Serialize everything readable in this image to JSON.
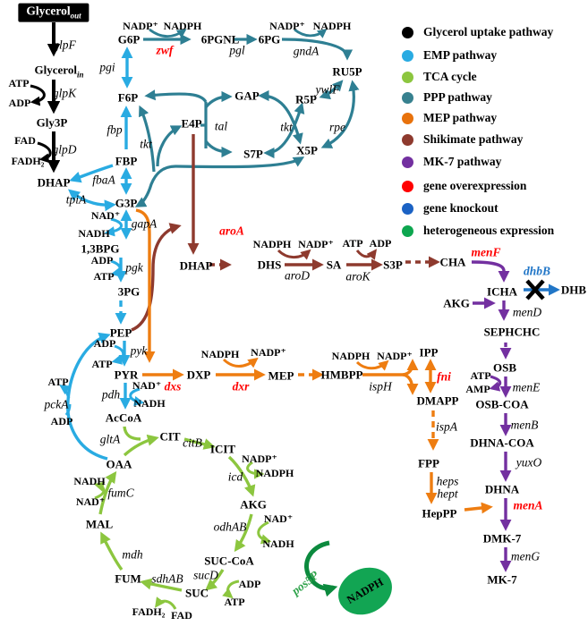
{
  "legend": {
    "items": [
      {
        "label": "Glycerol uptake pathway",
        "color": "#000000"
      },
      {
        "label": "EMP pathway",
        "color": "#29abe2"
      },
      {
        "label": "TCA cycle",
        "color": "#8cc63f"
      },
      {
        "label": "PPP pathway",
        "color": "#37818f"
      },
      {
        "label": "MEP pathway",
        "color": "#e8720c"
      },
      {
        "label": "Shikimate pathway",
        "color": "#8e3a2e"
      },
      {
        "label": "MK-7 pathway",
        "color": "#7330a0"
      },
      {
        "label": "gene overexpression",
        "color": "#ff0000"
      },
      {
        "label": "gene knockout",
        "color": "#1b62c4"
      },
      {
        "label": "heterogeneous expression",
        "color": "#0da64f"
      }
    ]
  },
  "nodes": {
    "glycerol": "Glycerol",
    "glycerol_out_sub": "out",
    "glycerol_in_sub": "in",
    "gly3p": "Gly3P",
    "dhap": "DHAP",
    "g6p": "G6P",
    "f6p": "F6P",
    "fbp": "FBP",
    "g3p": "G3P",
    "pgnl6": "6PGNL",
    "pg6": "6PG",
    "ru5p": "RU5P",
    "r5p": "R5P",
    "x5p": "X5P",
    "gap": "GAP",
    "s7p": "S7P",
    "e4p": "E4P",
    "bpg13": "1,3BPG",
    "pg3": "3PG",
    "pep": "PEP",
    "pyr": "PYR",
    "accoa": "AcCoA",
    "oaa": "OAA",
    "cit": "CIT",
    "icit": "ICIT",
    "akg": "AKG",
    "succoa": "SUC-CoA",
    "suc": "SUC",
    "fum": "FUM",
    "mal": "MAL",
    "dxp": "DXP",
    "mep": "MEP",
    "hmbpp": "HMBPP",
    "ipp": "IPP",
    "dmapp": "DMAPP",
    "fpp": "FPP",
    "heppp": "HepPP",
    "dhs": "DHS",
    "sa": "SA",
    "s3p": "S3P",
    "cha": "CHA",
    "icha": "ICHA",
    "dhb": "DHB",
    "sephchc": "SEPHCHC",
    "osb": "OSB",
    "osbcoa": "OSB-COA",
    "dhnacoa": "DHNA-COA",
    "dhna": "DHNA",
    "dmk7": "DMK-7",
    "mk7": "MK-7",
    "nadph_pool": "NADPH"
  },
  "cof": {
    "atp": "ATP",
    "adp": "ADP",
    "amp": "AMP",
    "nad": "NAD⁺",
    "nadh": "NADH",
    "nadp": "NADP⁺",
    "nadph": "NADPH",
    "fad": "FAD",
    "fadh2": "FADH₂"
  },
  "enzymes": {
    "glpF": "glpF",
    "glpK": "glpK",
    "glpD": "glpD",
    "tpiA": "tpiA",
    "pgi": "pgi",
    "fbp": "fbp",
    "fbaA": "fbaA",
    "gapA": "gapA",
    "pgk": "pgk",
    "pyk": "pyk",
    "pdh": "pdh",
    "pckA": "pckA",
    "zwf": "zwf",
    "pgl": "pgl",
    "gndA": "gndA",
    "ywlF": "ywlF",
    "rpe": "rpe",
    "tkt": "tkt",
    "tal": "tal",
    "aroA": "aroA",
    "aroD": "aroD",
    "aroK": "aroK",
    "dxs": "dxs",
    "dxr": "dxr",
    "ispH": "ispH",
    "fni": "fni",
    "ispA": "ispA",
    "heps": "heps",
    "hept": "hept",
    "gltA": "gltA",
    "citB": "citB",
    "icd": "icd",
    "odhAB": "odhAB",
    "sucD": "sucD",
    "sdhAB": "sdhAB",
    "mdh": "mdh",
    "fumC": "fumC",
    "pos5P": "pos5P",
    "menF": "menF",
    "dhbB": "dhbB",
    "menD": "menD",
    "menE": "menE",
    "menB": "menB",
    "yuxO": "yuxO",
    "menA": "menA",
    "menG": "menG"
  }
}
